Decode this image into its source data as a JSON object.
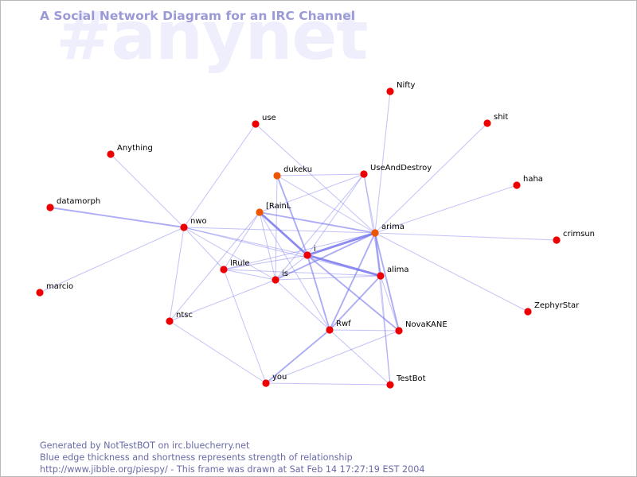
{
  "watermark": "#anynet",
  "title": "A Social Network Diagram for an IRC Channel",
  "footer": {
    "line1": "Generated by NotTestBOT on irc.bluecherry.net",
    "line2": "Blue edge thickness and shortness represents strength of relationship",
    "line3": "http://www.jibble.org/piespy/ - This frame was drawn at Sat Feb 14 17:27:19 EST 2004"
  },
  "colors": {
    "node": "#ee0000",
    "node_active": "#ee5500",
    "edge": "#7777ee",
    "watermark": "#eeeefc",
    "title": "#9a9ad6",
    "footer": "#6a6aa8"
  },
  "nodes": [
    {
      "id": "nifty",
      "label": "Nifty"
    },
    {
      "id": "shit",
      "label": "shit"
    },
    {
      "id": "use",
      "label": "use"
    },
    {
      "id": "anything",
      "label": "Anything"
    },
    {
      "id": "dukeku",
      "label": "dukeku",
      "active": true
    },
    {
      "id": "useanddestroy",
      "label": "UseAndDestroy"
    },
    {
      "id": "haha",
      "label": "haha"
    },
    {
      "id": "datamorph",
      "label": "datamorph"
    },
    {
      "id": "rainl",
      "label": "[RainL",
      "active": true
    },
    {
      "id": "nwo",
      "label": "nwo"
    },
    {
      "id": "arima",
      "label": "arima",
      "active": true
    },
    {
      "id": "crimsun",
      "label": "crimsun"
    },
    {
      "id": "i",
      "label": "i"
    },
    {
      "id": "irule",
      "label": "lRule"
    },
    {
      "id": "alima",
      "label": "alima"
    },
    {
      "id": "is",
      "label": "is"
    },
    {
      "id": "marcio",
      "label": "marcio"
    },
    {
      "id": "zephyrstar",
      "label": "ZephyrStar"
    },
    {
      "id": "ntsc",
      "label": "ntsc"
    },
    {
      "id": "rwf",
      "label": "Rwf"
    },
    {
      "id": "novakane",
      "label": "NovaKANE"
    },
    {
      "id": "you",
      "label": "you"
    },
    {
      "id": "testbot",
      "label": "TestBot"
    }
  ],
  "edges": [
    {
      "from": "nifty",
      "to": "arima",
      "weight": 1
    },
    {
      "from": "shit",
      "to": "arima",
      "weight": 1
    },
    {
      "from": "haha",
      "to": "arima",
      "weight": 1
    },
    {
      "from": "crimsun",
      "to": "arima",
      "weight": 1
    },
    {
      "from": "zephyrstar",
      "to": "arima",
      "weight": 1
    },
    {
      "from": "use",
      "to": "nwo",
      "weight": 1
    },
    {
      "from": "use",
      "to": "arima",
      "weight": 1
    },
    {
      "from": "anything",
      "to": "nwo",
      "weight": 1
    },
    {
      "from": "datamorph",
      "to": "nwo",
      "weight": 2
    },
    {
      "from": "marcio",
      "to": "nwo",
      "weight": 1
    },
    {
      "from": "dukeku",
      "to": "useanddestroy",
      "weight": 1
    },
    {
      "from": "dukeku",
      "to": "arima",
      "weight": 1
    },
    {
      "from": "dukeku",
      "to": "i",
      "weight": 2
    },
    {
      "from": "dukeku",
      "to": "is",
      "weight": 1
    },
    {
      "from": "useanddestroy",
      "to": "arima",
      "weight": 1
    },
    {
      "from": "useanddestroy",
      "to": "i",
      "weight": 1
    },
    {
      "from": "useanddestroy",
      "to": "rainl",
      "weight": 1
    },
    {
      "from": "useanddestroy",
      "to": "is",
      "weight": 1
    },
    {
      "from": "useanddestroy",
      "to": "alima",
      "weight": 1
    },
    {
      "from": "rainl",
      "to": "arima",
      "weight": 2
    },
    {
      "from": "rainl",
      "to": "i",
      "weight": 3
    },
    {
      "from": "rainl",
      "to": "is",
      "weight": 1
    },
    {
      "from": "rainl",
      "to": "rwf",
      "weight": 1
    },
    {
      "from": "rainl",
      "to": "ntsc",
      "weight": 1
    },
    {
      "from": "rainl",
      "to": "irule",
      "weight": 1
    },
    {
      "from": "nwo",
      "to": "arima",
      "weight": 1
    },
    {
      "from": "nwo",
      "to": "i",
      "weight": 1
    },
    {
      "from": "nwo",
      "to": "irule",
      "weight": 1
    },
    {
      "from": "nwo",
      "to": "is",
      "weight": 1
    },
    {
      "from": "nwo",
      "to": "ntsc",
      "weight": 1
    },
    {
      "from": "nwo",
      "to": "alima",
      "weight": 1
    },
    {
      "from": "arima",
      "to": "i",
      "weight": 3
    },
    {
      "from": "arima",
      "to": "is",
      "weight": 2
    },
    {
      "from": "arima",
      "to": "alima",
      "weight": 2
    },
    {
      "from": "arima",
      "to": "rwf",
      "weight": 2
    },
    {
      "from": "arima",
      "to": "novakane",
      "weight": 2
    },
    {
      "from": "arima",
      "to": "testbot",
      "weight": 1
    },
    {
      "from": "arima",
      "to": "irule",
      "weight": 1
    },
    {
      "from": "i",
      "to": "alima",
      "weight": 3
    },
    {
      "from": "i",
      "to": "rwf",
      "weight": 2
    },
    {
      "from": "i",
      "to": "is",
      "weight": 1
    },
    {
      "from": "i",
      "to": "novakane",
      "weight": 2
    },
    {
      "from": "i",
      "to": "irule",
      "weight": 1
    },
    {
      "from": "irule",
      "to": "is",
      "weight": 1
    },
    {
      "from": "irule",
      "to": "alima",
      "weight": 1
    },
    {
      "from": "irule",
      "to": "you",
      "weight": 1
    },
    {
      "from": "is",
      "to": "alima",
      "weight": 1
    },
    {
      "from": "is",
      "to": "rwf",
      "weight": 1
    },
    {
      "from": "is",
      "to": "ntsc",
      "weight": 1
    },
    {
      "from": "alima",
      "to": "rwf",
      "weight": 2
    },
    {
      "from": "alima",
      "to": "novakane",
      "weight": 1
    },
    {
      "from": "alima",
      "to": "testbot",
      "weight": 1
    },
    {
      "from": "ntsc",
      "to": "you",
      "weight": 1
    },
    {
      "from": "rwf",
      "to": "novakane",
      "weight": 1
    },
    {
      "from": "rwf",
      "to": "you",
      "weight": 2
    },
    {
      "from": "rwf",
      "to": "testbot",
      "weight": 1
    },
    {
      "from": "novakane",
      "to": "you",
      "weight": 1
    },
    {
      "from": "you",
      "to": "testbot",
      "weight": 1
    }
  ]
}
